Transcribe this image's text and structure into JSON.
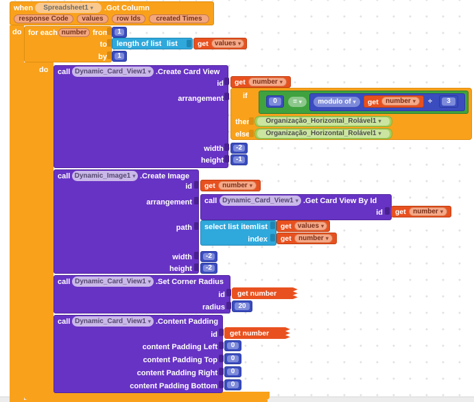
{
  "colors": {
    "canvas-dot": "#E2E2E2",
    "orange": "#F9A11B",
    "orange-border": "#DE8D10",
    "orange-sock": "#D9880E",
    "orange-chip": "#F4A77D",
    "orange-chip-border": "#C4764F",
    "orange-chip-text": "#73321B",
    "dd-chip": "#FAC98F",
    "purple": "#6733C4",
    "purple-border": "#51249E",
    "purple-sock": "#49218E",
    "purple-chip": "#C9B8E9",
    "purple-chip-text": "#54486E",
    "get": "#E8511F",
    "get-border": "#C03D10",
    "get-chip": "#F6A988",
    "get-chip-text": "#77301A",
    "math": "#3A4CBE",
    "math-border": "#2A3A9E",
    "math-chip": "#7E8BDB",
    "list": "#2FA8DC",
    "list-sock": "#1F86B4",
    "logic": "#3FA23F",
    "logic-chip": "#8CC88C",
    "comp": "#A4CF5E",
    "comp-border": "#86B23E",
    "comp-chip": "#CBE5A0",
    "scrollbar": "#ECECEC"
  },
  "when": {
    "kw": "when",
    "component": "Spreadsheet1",
    "event": ".Got Column",
    "params": [
      "response Code",
      "values",
      "row Ids",
      "created Times"
    ],
    "do_label": "do"
  },
  "foreach": {
    "kw": "for each",
    "var_name": "number",
    "from_label": "from",
    "from_value": "1",
    "to_label": "to",
    "by_label": "by",
    "by_value": "1",
    "do_label": "do"
  },
  "length_of_list": {
    "label": "length of list",
    "list_label": "list"
  },
  "get_number": {
    "kw": "get",
    "var_name": "number"
  },
  "get_values": {
    "kw": "get",
    "var_name": "values"
  },
  "create_card_view": {
    "kw": "call",
    "component": "Dynamic_Card_View1",
    "method": ".Create Card View",
    "id_label": "id",
    "arrangement_label": "arrangement",
    "width_label": "width",
    "height_label": "height",
    "width_value": "-2",
    "height_value": "-1"
  },
  "if_else": {
    "if_label": "if",
    "then_label": "then",
    "else_label": "else",
    "left_value": "0",
    "operator": "=",
    "modulo_label": "modulo of",
    "divide_sign": "÷",
    "divisor": "3",
    "then_component": "Organização_Horizontal_Rolável1",
    "else_component": "Organização_Horizontal_Rolável1"
  },
  "create_image": {
    "kw": "call",
    "component": "Dynamic_Image1",
    "method": ".Create Image",
    "id_label": "id",
    "arrangement_label": "arrangement",
    "path_label": "path",
    "width_label": "width",
    "height_label": "height",
    "width_value": "-2",
    "height_value": "-2"
  },
  "get_card_view_by_id": {
    "kw": "call",
    "component": "Dynamic_Card_View1",
    "method": ".Get Card View By Id",
    "id_label": "id"
  },
  "select_list_item": {
    "label": "select list item",
    "list_label": "list",
    "index_label": "index"
  },
  "set_corner_radius": {
    "kw": "call",
    "component": "Dynamic_Card_View1",
    "method": ".Set Corner Radius",
    "id_label": "id",
    "radius_label": "radius",
    "radius_value": "20",
    "collapsed_id": "get number"
  },
  "content_padding": {
    "kw": "call",
    "component": "Dynamic_Card_View1",
    "method": ".Content Padding",
    "id_label": "id",
    "collapsed_id": "get number",
    "rows": [
      {
        "label": "content Padding Left",
        "value": "0"
      },
      {
        "label": "content Padding Top",
        "value": "0"
      },
      {
        "label": "content Padding Right",
        "value": "0"
      },
      {
        "label": "content Padding Bottom",
        "value": "0"
      }
    ]
  }
}
